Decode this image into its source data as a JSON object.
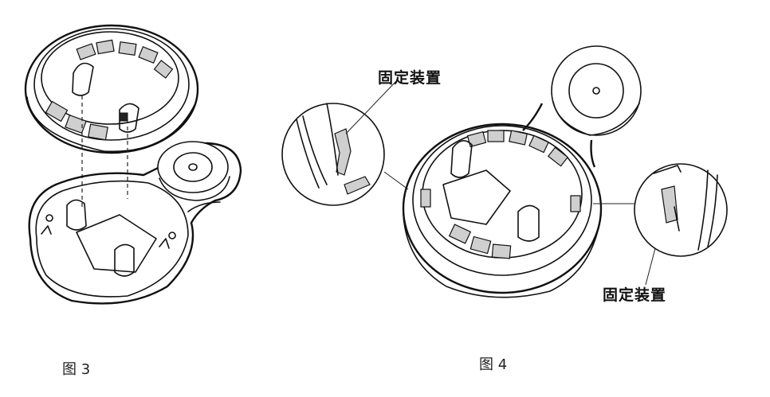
{
  "figures": [
    {
      "id": "fig3",
      "caption": "图 3"
    },
    {
      "id": "fig4",
      "caption": "图 4",
      "callouts": [
        "固定装置",
        "固定装置"
      ]
    }
  ]
}
